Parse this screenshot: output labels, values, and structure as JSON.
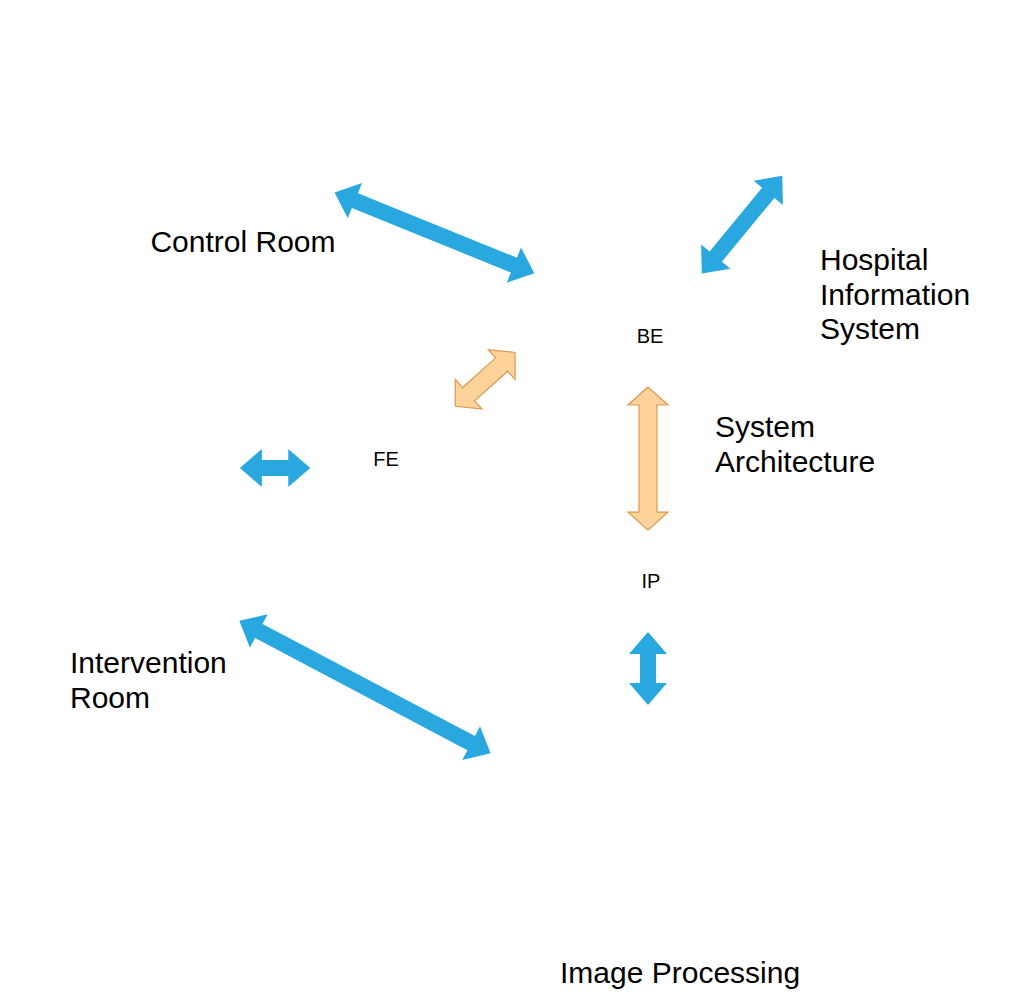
{
  "diagram": {
    "nodes": [
      {
        "text": [
          "Control Room"
        ]
      },
      {
        "text": [
          "Hospital Information System"
        ]
      },
      {
        "text": [
          "System Architecture"
        ]
      },
      {
        "text": [
          "BE"
        ],
        "in": 2
      },
      {
        "text": [
          "FE"
        ],
        "in": 2
      },
      {
        "text": [
          "IP"
        ],
        "in": 2
      },
      {
        "text": [
          "Intervention Room"
        ]
      },
      {
        "text": [
          "Image Processing"
        ]
      }
    ],
    "edges": [
      {
        "from": 0,
        "to": 2,
        "arrow": "both"
      },
      {
        "from": 1,
        "to": 2,
        "arrow": "both"
      },
      {
        "from": 6,
        "to": 4,
        "arrow": "both"
      },
      {
        "from": 4,
        "to": 3,
        "arrow": "both"
      },
      {
        "from": 3,
        "to": 5,
        "arrow": "both"
      },
      {
        "from": 5,
        "to": 7,
        "arrow": "both"
      },
      {
        "from": 6,
        "to": 7,
        "arrow": "both"
      }
    ]
  }
}
